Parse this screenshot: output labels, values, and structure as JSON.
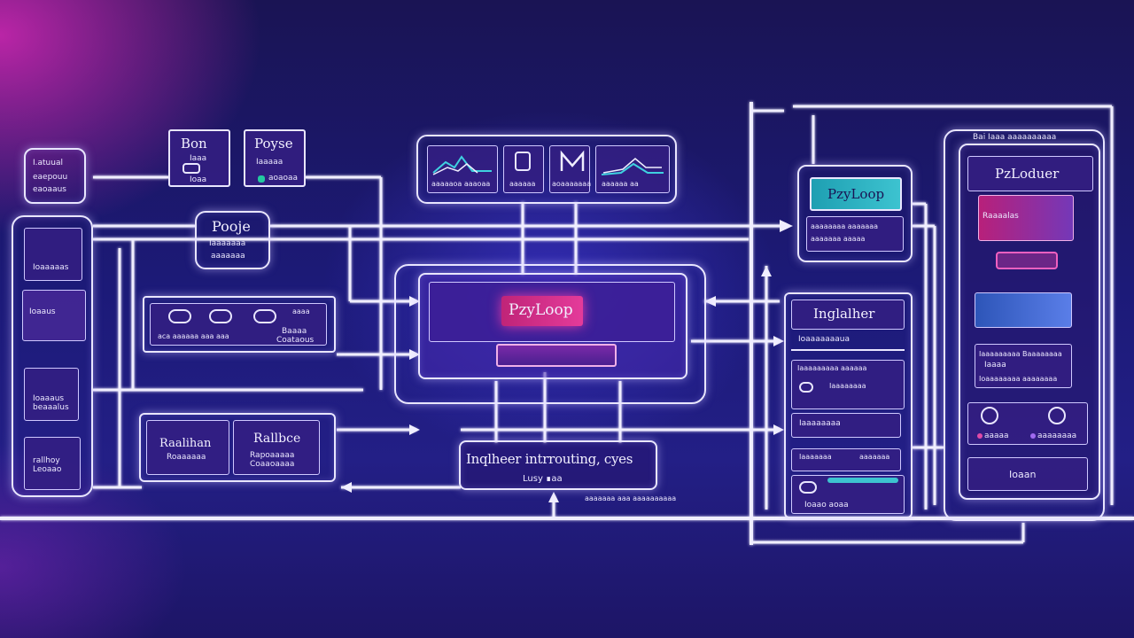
{
  "colors": {
    "background": "#1c1a78",
    "wire": "#f0eeff",
    "accent_pink": "#d8308c",
    "accent_teal": "#23a9b8",
    "accent_violet": "#6a42c8"
  },
  "left_column": {
    "top_box": [
      "I.atuual",
      "eaepouu",
      "eaoaaus"
    ],
    "tall_box": {
      "top_text": "Ioaaaaas",
      "middle_text": "Ioaaus",
      "lower_text": "Ioaaaus\nbeaaalus",
      "bottom_text": "rallhoy\nLeoaao"
    }
  },
  "top_row": {
    "bon_box": {
      "title": "Bon",
      "lines": [
        "Iaaa",
        "Ioaa"
      ]
    },
    "poyse_box": {
      "title": "Poyse",
      "lines": [
        "Iaaaaa",
        "aoaoaa"
      ]
    },
    "pooje_box": {
      "title": "Pooje",
      "lines": [
        "Iaaaaaaa",
        "aaaaaaa"
      ]
    },
    "chart_panel": [
      "aaaaaoa aaaoaa",
      "aaaaaa",
      "aoaaaaaaa",
      "aaaaaa aa"
    ]
  },
  "middle": {
    "icon_panel": {
      "labels": [
        "aca aaaaaa aaa aaa",
        "aaaa",
        "Baaaa",
        "Coataous"
      ]
    },
    "hub": {
      "title": "PzyLoop"
    },
    "routing": {
      "title": "Inqlheer intrrouting, cyes",
      "subtitle": "Lusy ∎aa",
      "caption": "aaaaaaa aaa aaaaaaaaaa"
    },
    "bottom_left_box": {
      "left_title": "Raalihan",
      "left_sub": "Roaaaaaa",
      "right_title": "Rallbce",
      "right_sub": "Rapoaaaaa\nCoaaoaaaa"
    }
  },
  "right": {
    "pzyloop_panel": {
      "title": "PzyLoop",
      "lines": [
        "aaaaaaaa aaaaaaa",
        "aaaaaaa aaaaa"
      ]
    },
    "inglalher_panel": {
      "title": "Inglalher",
      "rows": [
        "Ioaaaaaaaua",
        "Iaaaaaaaaa  aaaaaa",
        "Iaaaaaaaa",
        "Iaaaaaaaa",
        "Iaaaaaaa",
        "aaaaaaa"
      ],
      "bottom": "Ioaao  aoaa"
    },
    "device": {
      "header": "Bai Iaaa aaaaaaaaaa",
      "title": "PzLoduer",
      "pink_label": "Raaaalas",
      "rows": [
        "Iaaaaaaaaa Baaaaaaaa",
        "Iaaaa",
        "Ioaaaaaaaa aaaaaaaa"
      ],
      "button_labels": [
        "aaaaa",
        "aaaaaaaa"
      ],
      "footer": "Ioaan"
    }
  }
}
